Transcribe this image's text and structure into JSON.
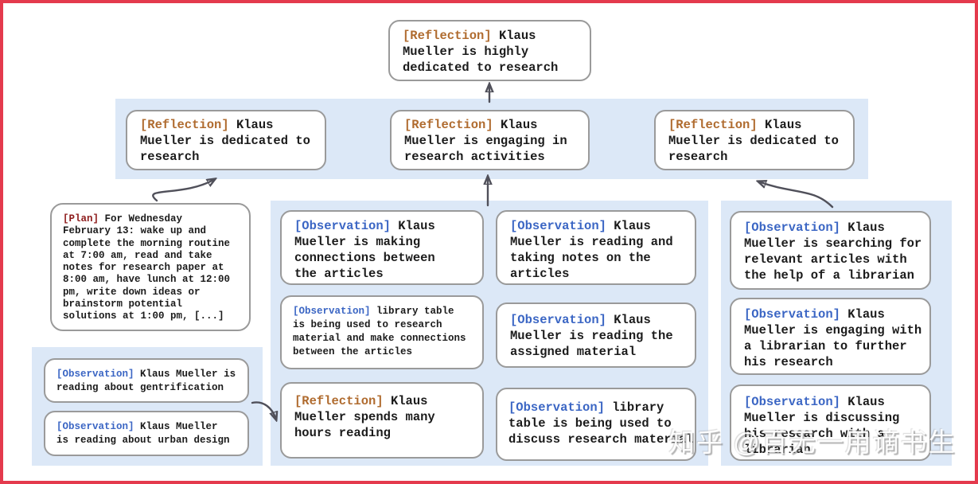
{
  "palette": {
    "frame_red": "#e43a4d",
    "band_blue": "#dce8f7",
    "box_border_gray": "#9a9a9a",
    "reflection_label": "#b06c30",
    "observation_label": "#3b66c4",
    "plan_label": "#8e1c1c",
    "body_text": "#1b1b1b",
    "arrow_gray": "#50505a"
  },
  "watermark": {
    "text": "知乎 @百无一用谪书生"
  },
  "nodes": {
    "top": {
      "label": "[Reflection]",
      "text": "Klaus Mueller is highly dedicated to research"
    },
    "row2_left": {
      "label": "[Reflection]",
      "text": "Klaus Mueller is dedicated to research"
    },
    "row2_center": {
      "label": "[Reflection]",
      "text": "Klaus Mueller is engaging in research activities"
    },
    "row2_right": {
      "label": "[Reflection]",
      "text": "Klaus Mueller is dedicated to research"
    },
    "plan": {
      "label": "[Plan]",
      "text": "For Wednesday February 13: wake up and complete the morning routine at 7:00 am, read and take notes for research paper at 8:00 am, have lunch at 12:00 pm, write down ideas or brainstorm potential solutions at 1:00 pm, [...]"
    },
    "left_obs_gentrification": {
      "label": "[Observation]",
      "text": "Klaus Mueller is reading about gentrification"
    },
    "left_obs_urban_design": {
      "label": "[Observation]",
      "text": "Klaus Mueller is reading about urban design"
    },
    "mid_making_connections": {
      "label": "[Observation]",
      "text": "Klaus Mueller is making connections between the articles"
    },
    "mid_library_research": {
      "label": "[Observation]",
      "text": "library table is being used to research material and make connections between the articles"
    },
    "mid_spends_hours": {
      "label": "[Reflection]",
      "text": "Klaus Mueller spends many hours reading"
    },
    "mid_reading_notes": {
      "label": "[Observation]",
      "text": "Klaus Mueller is reading and taking notes on the articles"
    },
    "mid_assigned_material": {
      "label": "[Observation]",
      "text": "Klaus Mueller is reading the assigned material"
    },
    "mid_library_discuss": {
      "label": "[Observation]",
      "text": "library table is being used to discuss research material"
    },
    "right_searching_articles": {
      "label": "[Observation]",
      "text": "Klaus Mueller is searching for relevant articles with the help of a librarian"
    },
    "right_engaging_librarian": {
      "label": "[Observation]",
      "text": "Klaus Mueller is engaging with a librarian to further his research"
    },
    "right_discussing_research": {
      "label": "[Observation]",
      "text": "Klaus Mueller is discussing his research with a librarian"
    }
  }
}
